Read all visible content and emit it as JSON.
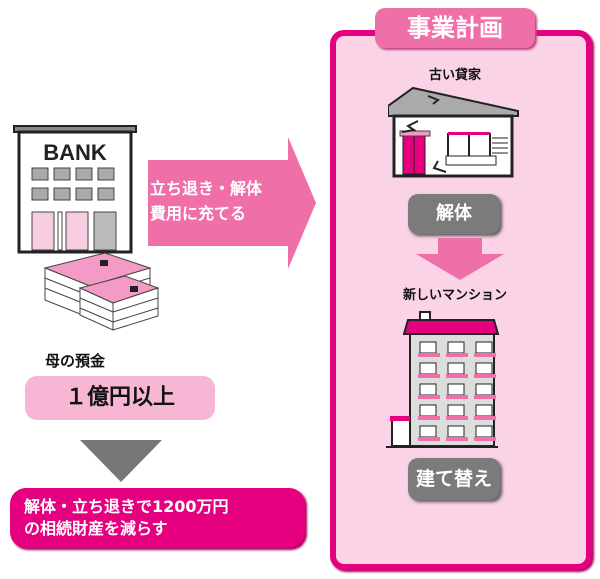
{
  "bank": {
    "sign": "BANK"
  },
  "arrow": {
    "line1": "立ち退き・解体",
    "line2": "費用に充てる"
  },
  "deposit": {
    "label": "母の預金",
    "amount": "１億円以上"
  },
  "result": {
    "line1": "解体・立ち退きで1200万円",
    "line2": "の相続財産を減らす"
  },
  "plan": {
    "title": "事業計画",
    "old_house_label": "古い貸家",
    "demolish_label": "解体",
    "new_building_label": "新しいマンション",
    "rebuild_label": "建て替え"
  },
  "colors": {
    "magenta": "#e4007f",
    "pink": "#ef6fa8",
    "light_pink": "#fbd3e6",
    "gray": "#7b7b7b"
  }
}
